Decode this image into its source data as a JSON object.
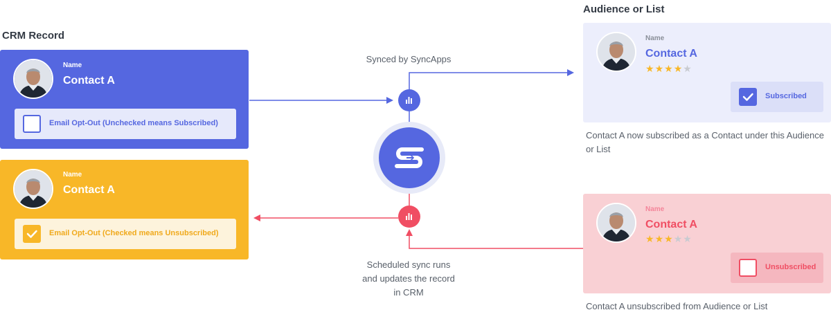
{
  "crm": {
    "heading": "CRM Record",
    "top_card": {
      "name_label": "Name",
      "contact": "Contact A",
      "optout_label": "Email Opt-Out (Unchecked means Subscribed)",
      "checked": false,
      "color": "#5567e0"
    },
    "bottom_card": {
      "name_label": "Name",
      "contact": "Contact A",
      "optout_label": "Email Opt-Out  (Checked means Unsubscribed)",
      "checked": true,
      "color": "#f8b728"
    }
  },
  "audience": {
    "heading": "Audience or List",
    "subscribed_card": {
      "name_label": "Name",
      "contact": "Contact A",
      "rating": 4,
      "rating_max": 5,
      "status": "Subscribed",
      "color": "#5567e0"
    },
    "subscribed_caption": "Contact A now subscribed as a Contact under this Audience or List",
    "unsubscribed_card": {
      "name_label": "Name",
      "contact": "Contact A",
      "rating": 3,
      "rating_max": 5,
      "status": "Unsubscribed",
      "color": "#f04e63"
    },
    "unsubscribed_caption": "Contact A unsubscribed from Audience or List"
  },
  "sync": {
    "top_caption": "Synced by SyncApps",
    "bottom_caption_lines": [
      "Scheduled sync runs",
      "and updates the record",
      "in CRM"
    ],
    "logo_icon": "syncapps-logo-icon",
    "node_icon": "bar-chart-icon",
    "colors": {
      "blue": "#5567e0",
      "red": "#f04e63",
      "star": "#f8b728",
      "star_empty": "#c9cbd1"
    }
  }
}
